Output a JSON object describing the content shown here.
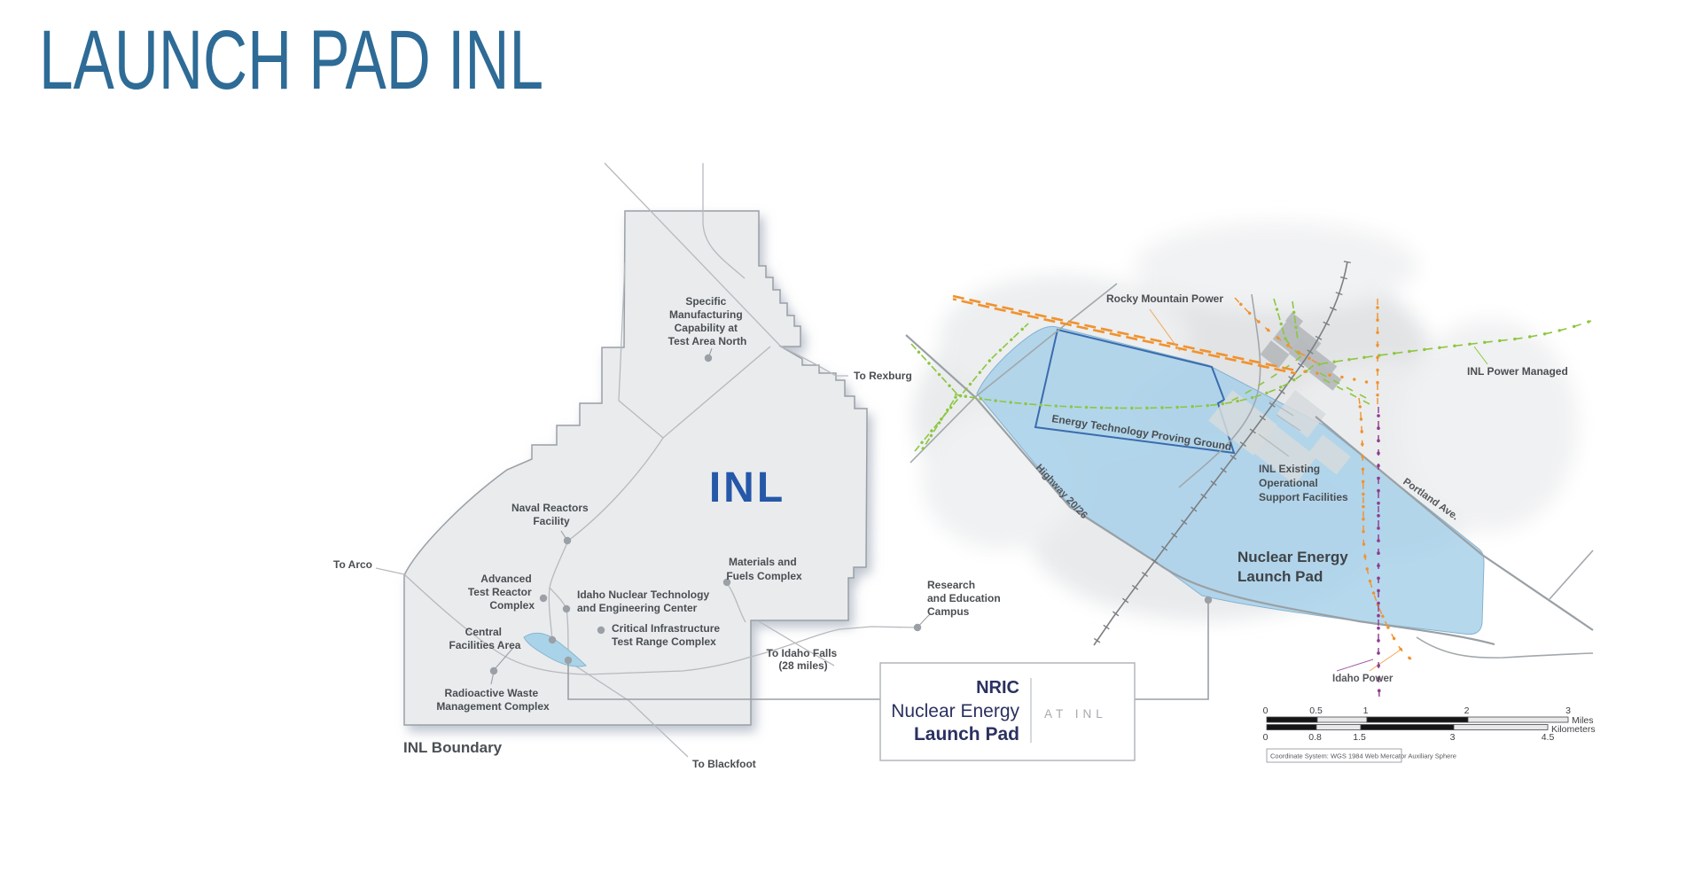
{
  "title": "LAUNCH PAD INL",
  "left_map": {
    "name_label": "INL",
    "boundary_label": "INL Boundary",
    "labels": {
      "smc": [
        "Specific",
        "Manufacturing",
        "Capability at",
        "Test Area North"
      ],
      "to_rexburg": "To Rexburg",
      "nrf": [
        "Naval Reactors",
        "Facility"
      ],
      "to_arco": "To Arco",
      "atr": [
        "Advanced",
        "Test Reactor",
        "Complex"
      ],
      "intec": [
        "Idaho Nuclear Technology",
        "and Engineering Center"
      ],
      "citrc": [
        "Critical Infrastructure",
        "Test Range Complex"
      ],
      "cfa": [
        "Central",
        "Facilities Area"
      ],
      "rwmc": [
        "Radioactive Waste",
        "Management Complex"
      ],
      "mfc": [
        "Materials and",
        "Fuels Complex"
      ],
      "rec": [
        "Research",
        "and Education",
        "Campus"
      ],
      "to_idaho_falls": [
        "To Idaho Falls",
        "(28 miles)"
      ],
      "to_blackfoot": "To Blackfoot"
    }
  },
  "right_map": {
    "labels": {
      "rocky_mountain_power": "Rocky Mountain Power",
      "inl_power_managed": "INL Power Managed",
      "energy_tech_proving_ground": "Energy Technology Proving Ground",
      "highway": "Highway 20/26",
      "portland_ave": "Portland Ave.",
      "inl_existing": [
        "INL Existing",
        "Operational",
        "Support Facilities"
      ],
      "launch_pad": [
        "Nuclear Energy",
        "Launch Pad"
      ],
      "idaho_power": "Idaho Power"
    }
  },
  "callout": {
    "line1": "NRIC",
    "line2": "Nuclear Energy",
    "line3": "Launch Pad",
    "suffix": "AT INL"
  },
  "scale_bar": {
    "miles_ticks": [
      "0",
      "0.5",
      "1",
      "2",
      "3"
    ],
    "miles_unit": "Miles",
    "km_ticks": [
      "0",
      "0.8",
      "1.5",
      "3",
      "4.5"
    ],
    "km_unit": "Kilometers",
    "coordinate_system": "Coordinate System: WGS 1984 Web Mercator Auxiliary Sphere"
  },
  "colors": {
    "title_blue": "#2e6b96",
    "inl_label_blue": "#2558a8",
    "callout_navy": "#2b3160",
    "pad_blue": "#a5cfe9",
    "map_gray": "#e9ebed",
    "power_orange": "#f0922e",
    "power_green": "#8dc63f",
    "power_purple": "#8e3b8e"
  }
}
